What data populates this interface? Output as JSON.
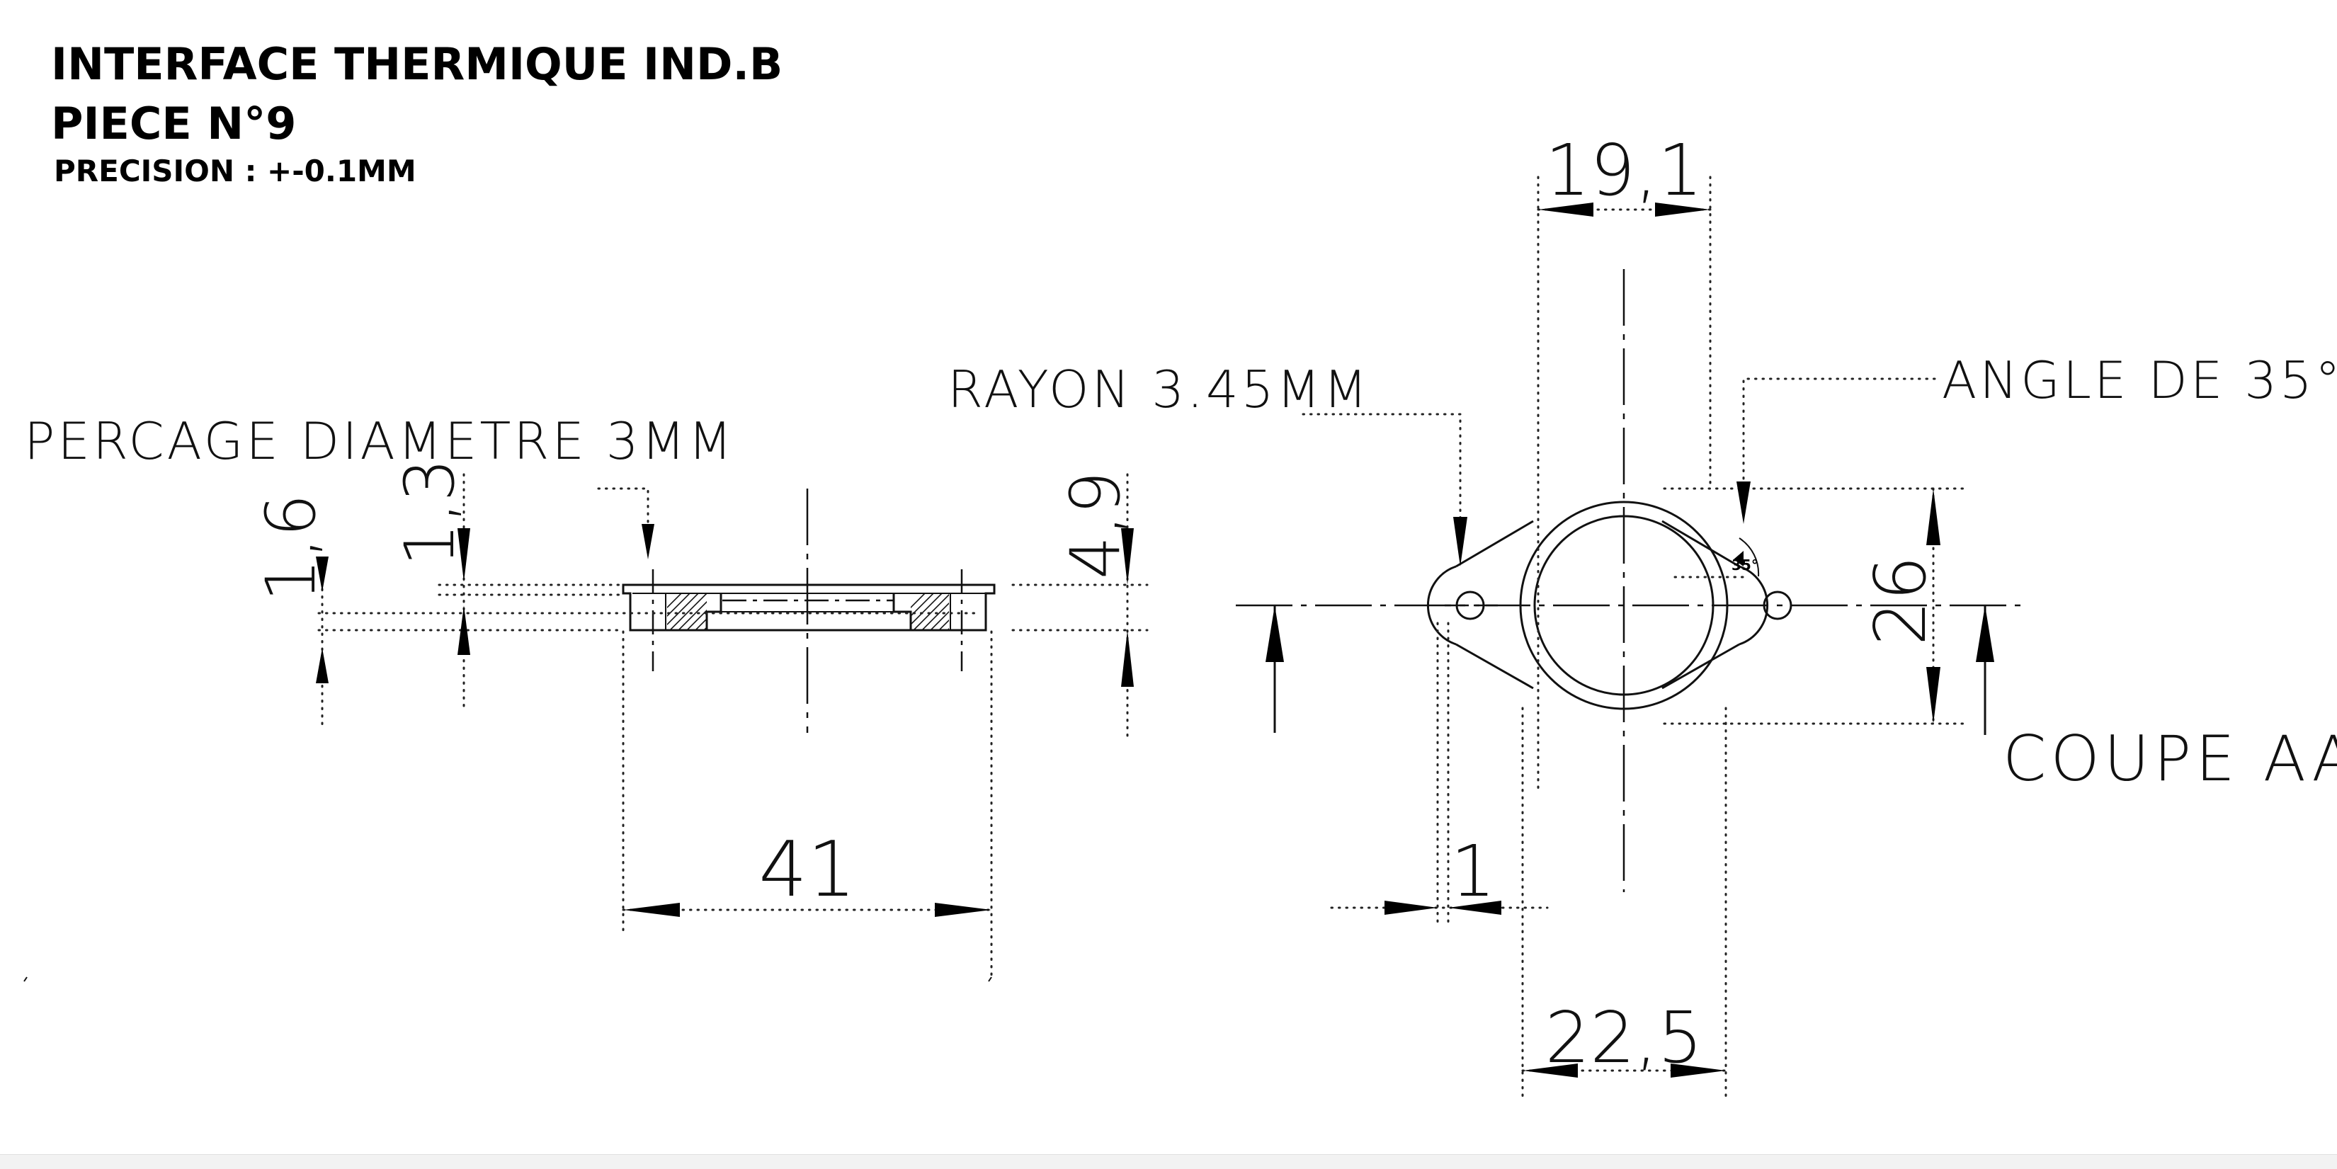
{
  "header": {
    "title": "INTERFACE THERMIQUE IND.B",
    "part": "PIECE N°9",
    "precision": "PRECISION : +-0.1MM"
  },
  "annotations": {
    "drilling": "PERCAGE DIAMETRE 3MM",
    "radius": "RAYON 3.45MM",
    "angle": "ANGLE DE 35°",
    "section": "COUPE AA",
    "small_angle": "35°"
  },
  "dimensions": {
    "top_width": "19,1",
    "bottom_width": "22,5",
    "height": "26",
    "thickness": "4,9",
    "step_1": "1,6",
    "step_2": "1,3",
    "length": "41",
    "offset": "1"
  }
}
